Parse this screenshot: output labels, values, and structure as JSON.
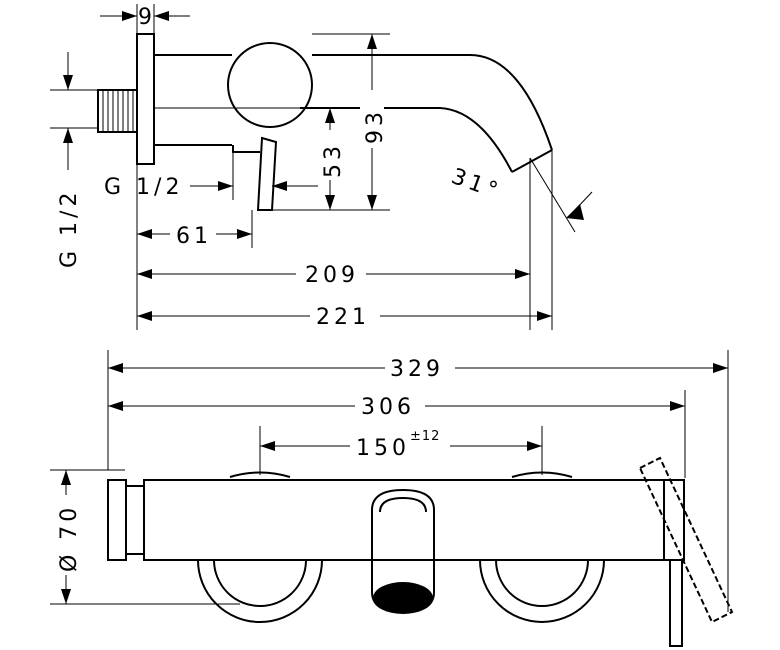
{
  "drawing": {
    "side_view": {
      "dims": {
        "wall_plate_thickness": "9",
        "inlet_thread_vertical": "G 1/2",
        "inlet_thread_horizontal": "G 1/2",
        "lever_height": "53",
        "body_height": "93",
        "lever_offset": "61",
        "spout_length": "209",
        "total_projection": "221",
        "spout_angle": "31°"
      }
    },
    "front_view": {
      "dims": {
        "total_width": "329",
        "body_width": "306",
        "connection_spacing": "150",
        "connection_tolerance": "±12",
        "diameter": "Ø 70"
      }
    }
  }
}
